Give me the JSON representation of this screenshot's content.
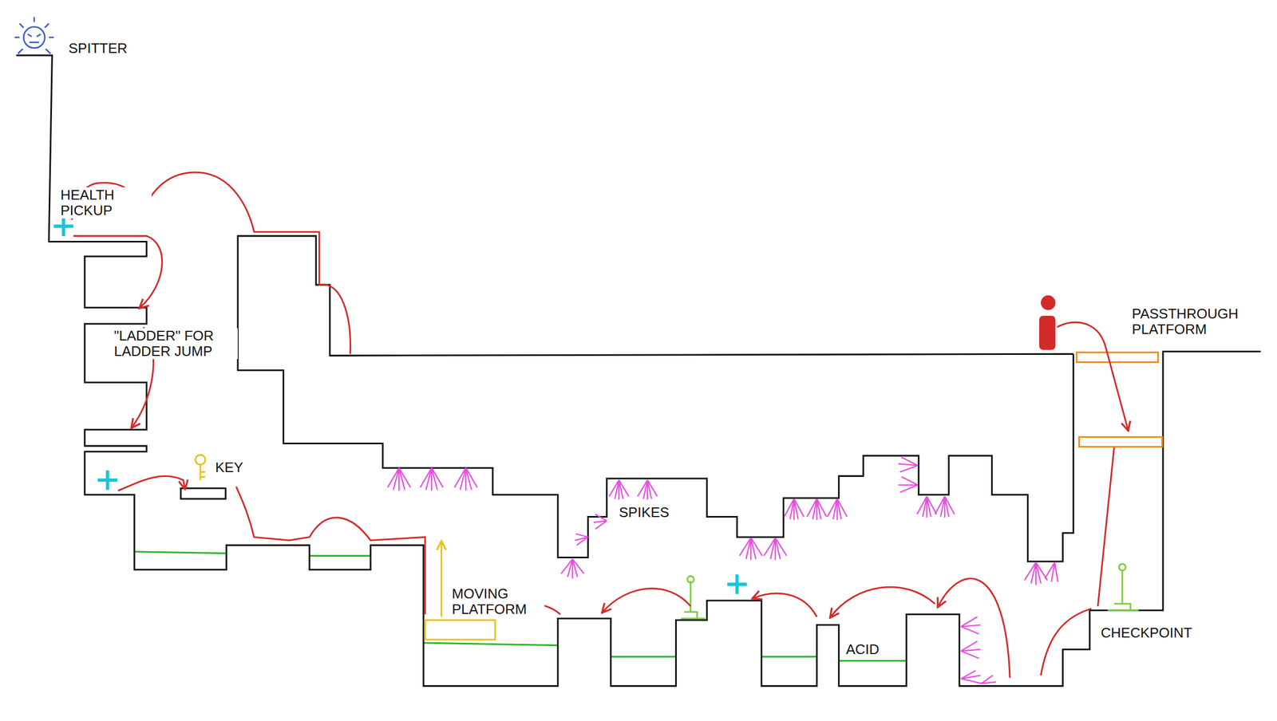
{
  "diagram": {
    "labels": [
      "SPITTER",
      "HEALTH PICKUP",
      "\"LADDER\" FOR LADDER JUMP",
      "KEY",
      "SPIKES",
      "MOVING PLATFORM",
      "ACID",
      "CHECKPOINT",
      "PASSTHROUGH PLATFORM"
    ]
  }
}
